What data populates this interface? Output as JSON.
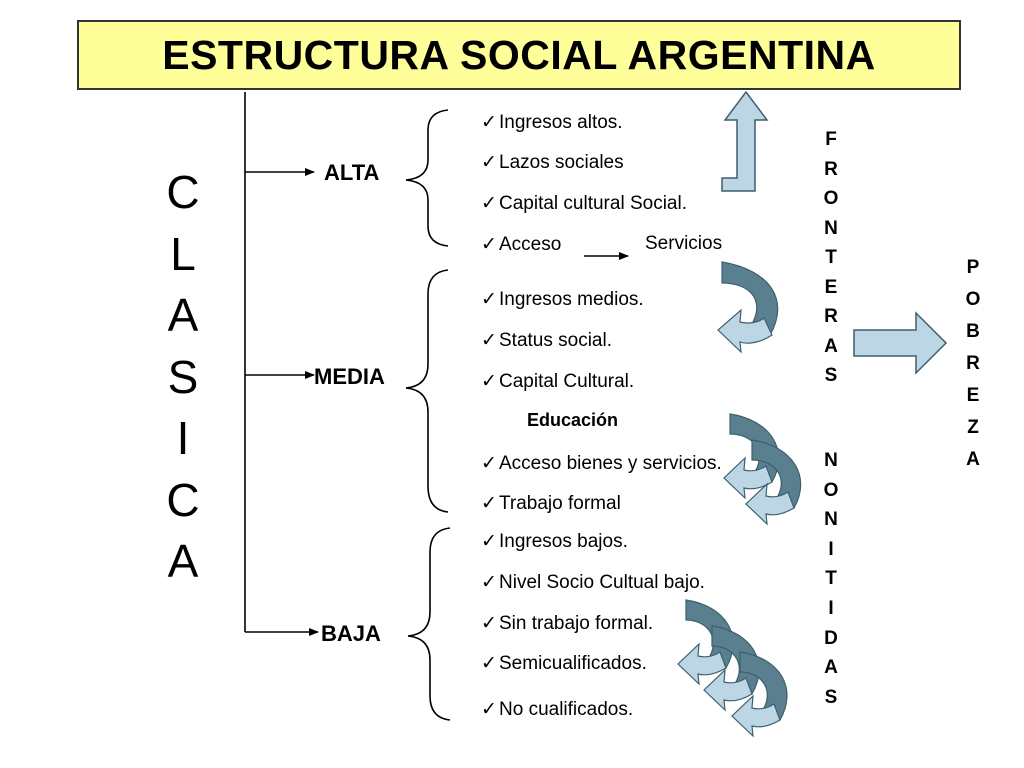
{
  "title": "ESTRUCTURA SOCIAL ARGENTINA",
  "clasica_letters": [
    "C",
    "L",
    "A",
    "S",
    "I",
    "C",
    "A"
  ],
  "fronteras_letters": [
    "F",
    "R",
    "O",
    "N",
    "T",
    "E",
    "R",
    "A",
    "S"
  ],
  "no_nitidas_letters": [
    "N",
    "O",
    "N",
    "I",
    "T",
    "I",
    "D",
    "A",
    "S"
  ],
  "pobreza_letters": [
    "P",
    "O",
    "B",
    "R",
    "E",
    "Z",
    "A"
  ],
  "classes": {
    "alta": "ALTA",
    "media": "MEDIA",
    "baja": "BAJA"
  },
  "check_glyph": "✓",
  "alta_items": [
    "Ingresos altos.",
    "Lazos sociales",
    "Capital cultural Social.",
    "Acceso"
  ],
  "alta_servicios": "Servicios",
  "media_items": [
    "Ingresos medios.",
    "Status social.",
    "Capital Cultural.",
    "Acceso bienes y servicios.",
    "Trabajo formal"
  ],
  "media_educacion": "Educación",
  "baja_items": [
    "Ingresos bajos.",
    "Nivel Socio Cultual bajo.",
    "Sin trabajo formal.",
    "Semicualificados.",
    "No cualificados."
  ],
  "colors": {
    "title_bg": "#ffff99",
    "arrow_light": "#bcd6e6",
    "arrow_dark": "#5a7f8f",
    "arrow_outline": "#3d5f6e"
  }
}
